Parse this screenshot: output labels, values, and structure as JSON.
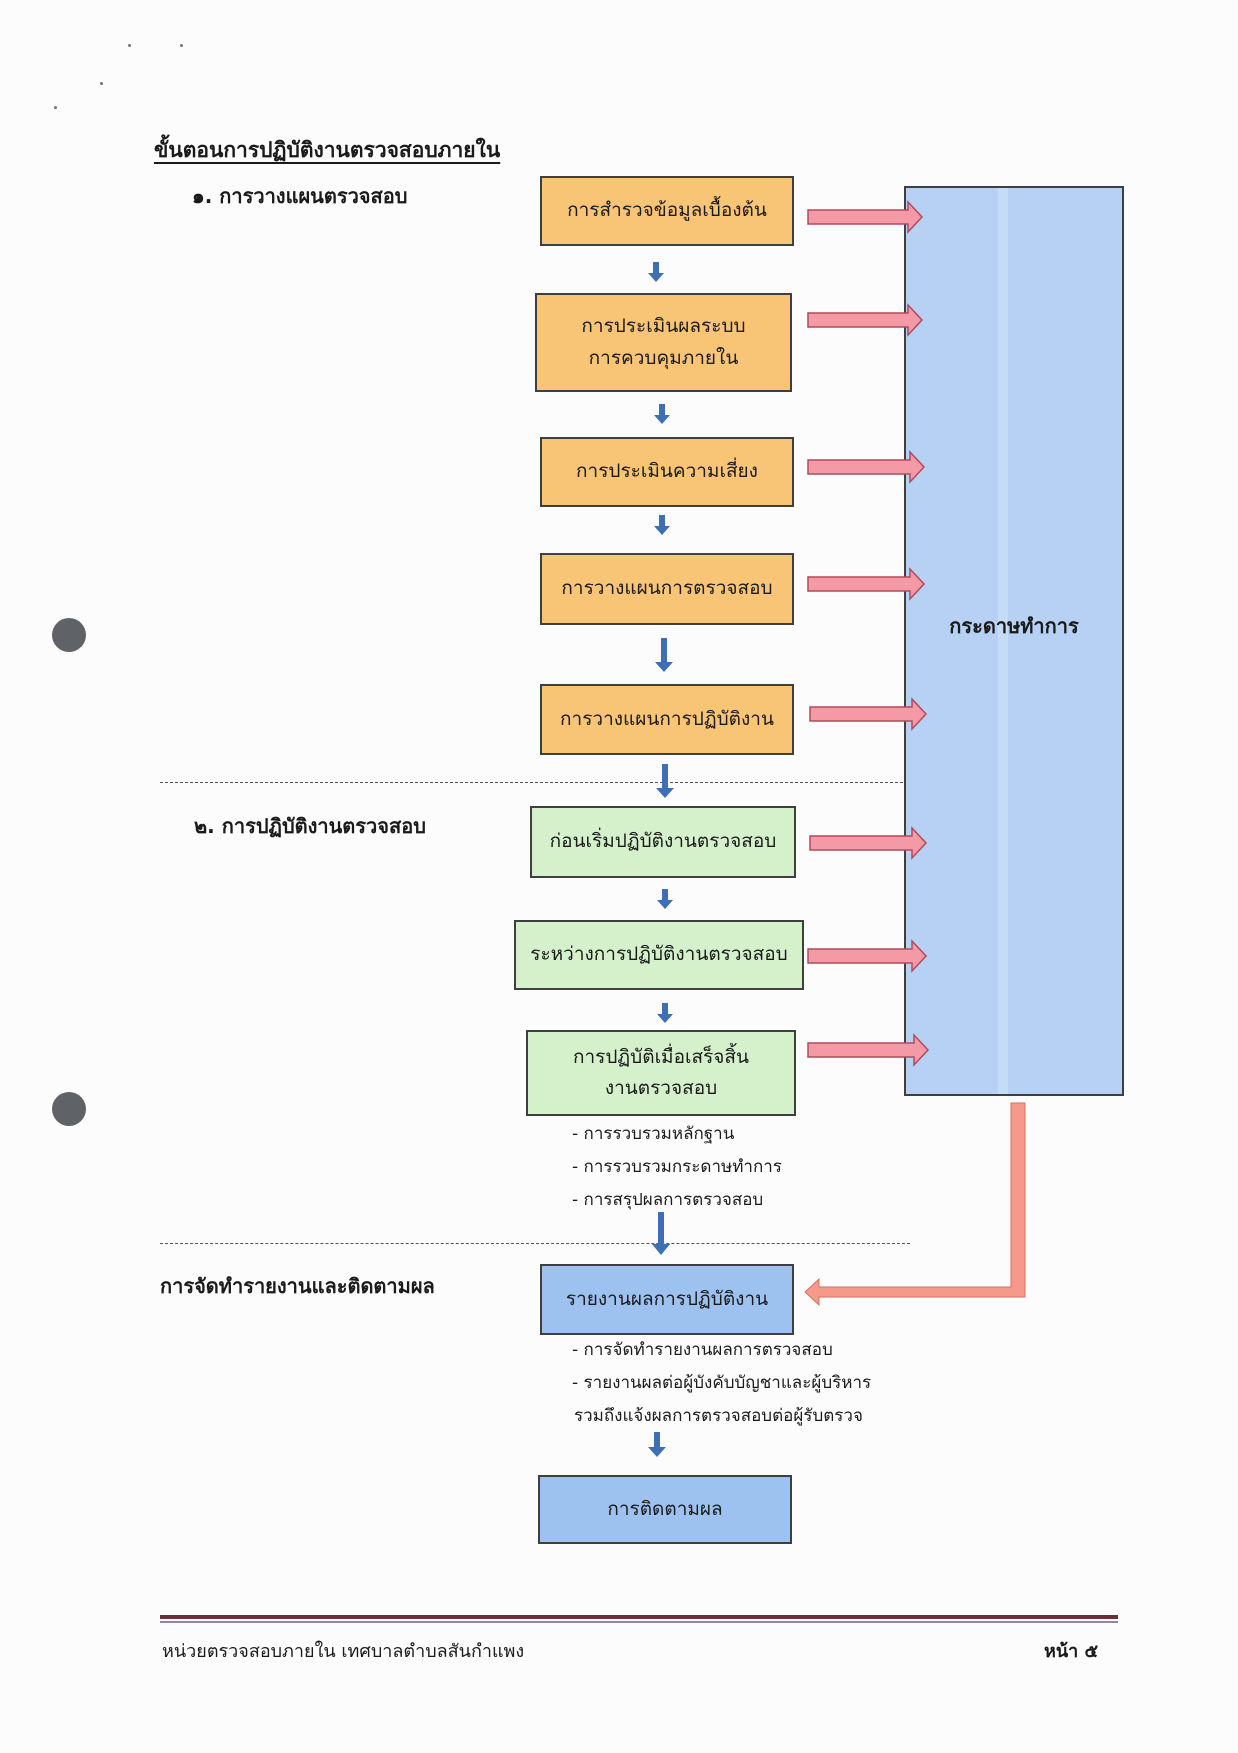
{
  "title": "ขั้นตอนการปฏิบัติงานตรวจสอบภายใน",
  "sections": {
    "planning": "๑. การวางแผนตรวจสอบ",
    "execution": "๒. การปฏิบัติงานตรวจสอบ",
    "reporting": "การจัดทำรายงานและติดตามผล"
  },
  "steps": {
    "preliminary_survey": "การสำรวจข้อมูลเบื้องต้น",
    "control_eval_line1": "การประเมินผลระบบ",
    "control_eval_line2": "การควบคุมภายใน",
    "risk_assessment": "การประเมินความเสี่ยง",
    "audit_planning": "การวางแผนการตรวจสอบ",
    "work_planning": "การวางแผนการปฏิบัติงาน",
    "before_audit": "ก่อนเริ่มปฏิบัติงานตรวจสอบ",
    "during_audit": "ระหว่างการปฏิบัติงานตรวจสอบ",
    "after_audit_line1": "การปฏิบัติเมื่อเสร็จสิ้น",
    "after_audit_line2": "งานตรวจสอบ",
    "report_results": "รายงานผลการปฏิบัติงาน",
    "follow_up": "การติดตามผล"
  },
  "working_papers": "กระดาษทำการ",
  "after_audit_bullets": [
    "- การรวบรวมหลักฐาน",
    "- การรวบรวมกระดาษทำการ",
    "- การสรุปผลการตรวจสอบ"
  ],
  "report_bullets": [
    "- การจัดทำรายงานผลการตรวจสอบ",
    "- รายงานผลต่อผู้บังคับบัญชาและผู้บริหาร",
    "รวมถึงแจ้งผลการตรวจสอบต่อผู้รับตรวจ"
  ],
  "footer": {
    "unit": "หน่วยตรวจสอบภายใน เทศบาลตำบลสันกำแพง",
    "page": "หน้า ๕"
  },
  "colors": {
    "planning_box": "#f8c476",
    "execution_box": "#d5f1cc",
    "reporting_box": "#9dc2ef",
    "working_papers_panel": "#b6d1f4",
    "side_arrow": "#f49aa6",
    "return_arrow": "#f59a8a",
    "down_arrow": "#3d6fb5",
    "footer_rule": "#6b2d38"
  }
}
